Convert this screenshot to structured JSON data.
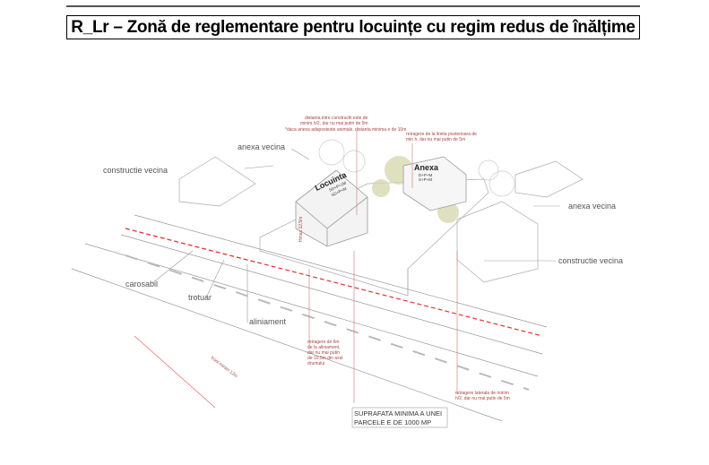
{
  "document": {
    "title": "R_Lr – Zonă de reglementare pentru locuințe cu regim redus de înălțime"
  },
  "diagram": {
    "labels": {
      "anexa_vecina_left": "anexa vecina",
      "constructie_vecina_left": "constructie vecina",
      "carosabil": "carosabil",
      "trotuar": "trotuar",
      "aliniament": "aliniament",
      "anexa_vecina_right": "anexa vecina",
      "constructie_vecina_right": "constructie vecina",
      "locuinta": "Locuinta",
      "locuinta_regim_1": "SD+P+1M",
      "locuinta_regim_2": "SD+P+M",
      "anexa": "Anexa",
      "anexa_regim_1": "D+P+M",
      "anexa_regim_2": "S+P+M",
      "hmax": "Hmax 12,5m",
      "front": "front minim 12m"
    },
    "notes": {
      "distanta_1": "distanta intre constructii este de",
      "distanta_2": "minim h/2, dar nu mai putin de 5m",
      "distanta_3": "*daca anexa adaposteste animale, distanta minima e de 10m",
      "posterioara_1": "retragere de la limita posterioara de",
      "posterioara_2": "min h, dar nu mai putin de 5m",
      "aliniament_1": "retragere de 6m",
      "aliniament_2": "de la aliniament,",
      "aliniament_3": "dar nu mai putin",
      "aliniament_4": "de 10.5m din axul",
      "aliniament_5": "drumului",
      "laterala_1": "retragere laterala de minim",
      "laterala_2": "h/2, dar nu mai putin de 5m",
      "suprafata_1": "SUPRAFATA MINIMA A UNEI",
      "suprafata_2": "PARCELE E DE 1000 MP"
    },
    "colors": {
      "annotation": "#a44444",
      "tree": "#d8d9b0",
      "limit_line": "#e03030"
    }
  }
}
